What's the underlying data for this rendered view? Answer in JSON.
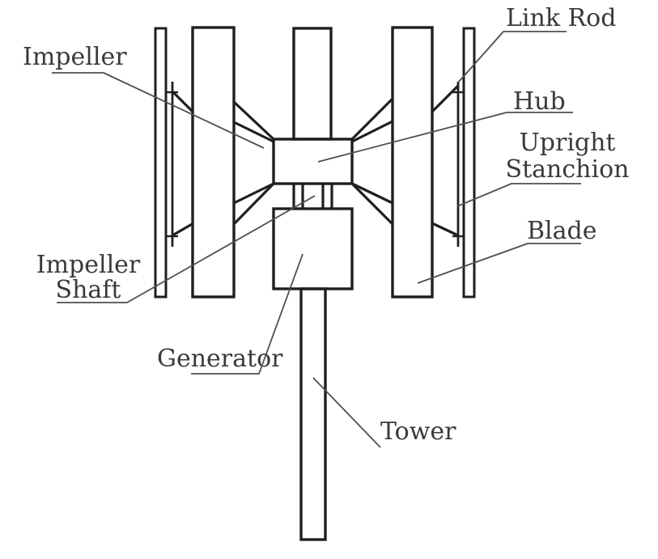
{
  "diagram": {
    "labels": {
      "impeller": "Impeller",
      "link_rod": "Link Rod",
      "hub": "Hub",
      "upright_stanchion_line1": "Upright",
      "upright_stanchion_line2": "Stanchion",
      "blade": "Blade",
      "impeller_shaft_line1": "Impeller",
      "impeller_shaft_line2": "Shaft",
      "generator": "Generator",
      "tower": "Tower"
    },
    "colors": {
      "background": "#ffffff",
      "line": "#1f1f1f",
      "leader": "#4f4f4f",
      "text": "#3a3a3a"
    }
  }
}
